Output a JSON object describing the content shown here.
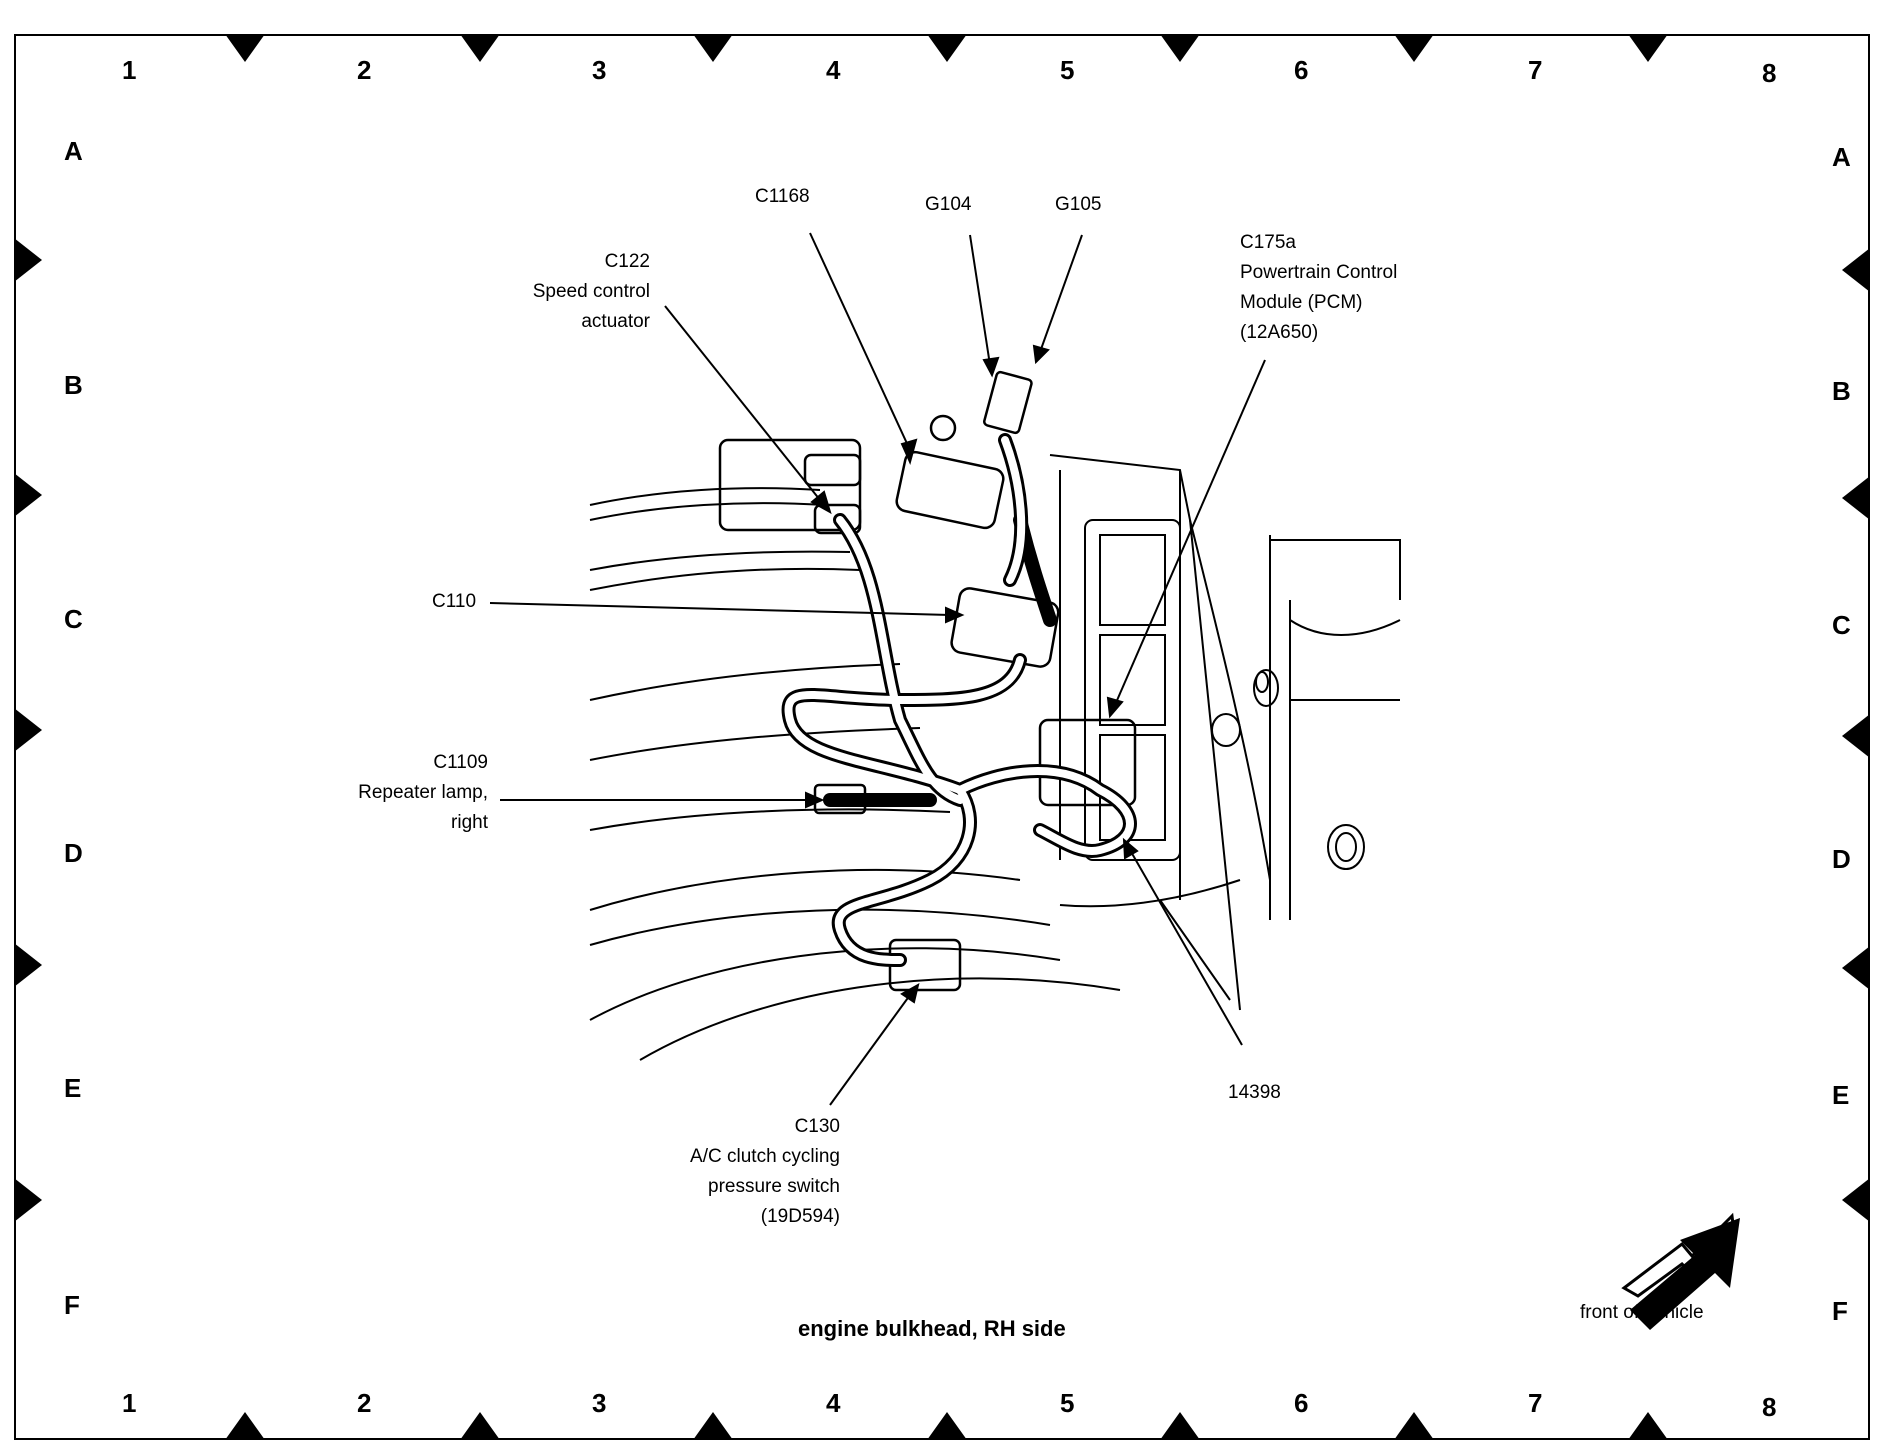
{
  "grid": {
    "columns": [
      "1",
      "2",
      "3",
      "4",
      "5",
      "6",
      "7",
      "8"
    ],
    "rows": [
      "A",
      "B",
      "C",
      "D",
      "E",
      "F"
    ]
  },
  "callouts": {
    "c1168": "C1168",
    "g104": "G104",
    "g105": "G105",
    "c122": [
      "C122",
      "Speed control",
      "actuator"
    ],
    "c175a": [
      "C175a",
      "Powertrain Control",
      "Module (PCM)",
      "(12A650)"
    ],
    "c110": "C110",
    "c1109": [
      "C1109",
      "Repeater lamp,",
      "right"
    ],
    "c130": [
      "C130",
      "A/C clutch cycling",
      "pressure switch",
      "(19D594)"
    ],
    "n14398": "14398"
  },
  "caption": "engine bulkhead, RH side",
  "orientation_label": "front of vehicle"
}
